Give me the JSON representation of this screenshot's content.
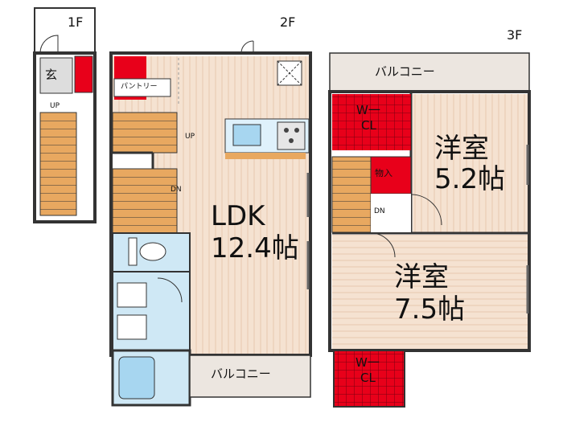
{
  "floors": {
    "f1": "1F",
    "f2": "2F",
    "f3": "3F"
  },
  "labels": {
    "genkan": "玄",
    "up1": "UP",
    "pantry": "パントリー",
    "up2": "UP",
    "dn2": "DN",
    "ldk_name": "LDK",
    "ldk_size": "12.4帖",
    "balcony2": "バルコニー",
    "balcony3": "バルコニー",
    "wcl_top_1": "W一",
    "wcl_top_2": "CL",
    "storage": "物入",
    "dn3": "DN",
    "room1_name": "洋室",
    "room1_size": "5.2帖",
    "room2_name": "洋室",
    "room2_size": "7.5帖",
    "wcl_bot_1": "W一",
    "wcl_bot_2": "CL"
  },
  "colors": {
    "floor_wood": "#f3dcc8",
    "wood_line": "#e6c2a5",
    "storage_red": "#e8001a",
    "wet_blue": "#cfe8f5",
    "stair": "#e8a860",
    "balcony": "#ece6e0",
    "wall": "#333333"
  }
}
